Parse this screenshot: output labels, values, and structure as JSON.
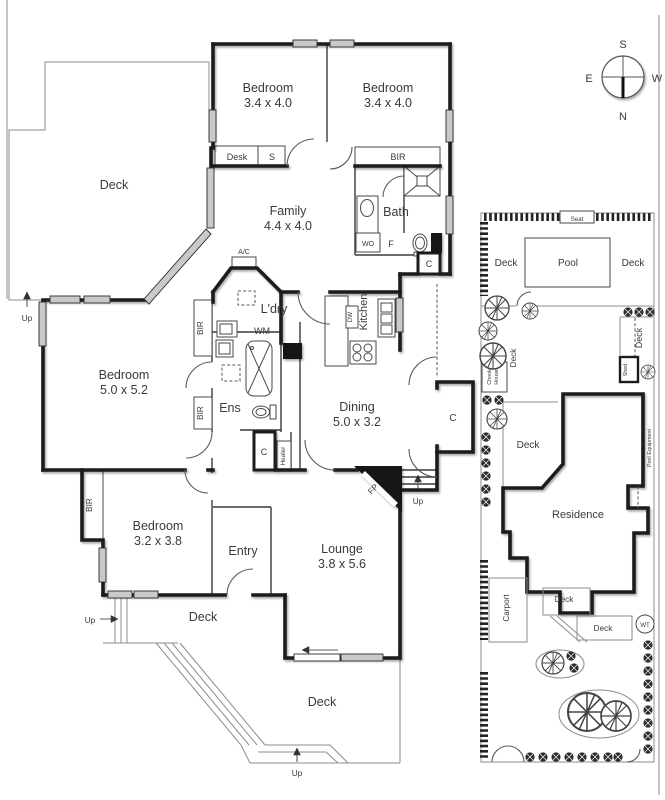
{
  "compass": {
    "north": "N",
    "south": "S",
    "east": "E",
    "west": "W"
  },
  "rooms": {
    "bedroom_top_left": {
      "name": "Bedroom",
      "dims": "3.4 x 4.0"
    },
    "bedroom_top_right": {
      "name": "Bedroom",
      "dims": "3.4 x 4.0"
    },
    "family": {
      "name": "Family",
      "dims": "4.4 x 4.0"
    },
    "bath": {
      "name": "Bath"
    },
    "laundry": {
      "name": "L'dry"
    },
    "kitchen": {
      "name": "Kitchen"
    },
    "dining": {
      "name": "Dining",
      "dims": "5.0 x 3.2"
    },
    "bedroom_mid_left": {
      "name": "Bedroom",
      "dims": "5.0 x 5.2"
    },
    "ensuite": {
      "name": "Ens"
    },
    "bedroom_bottom_left": {
      "name": "Bedroom",
      "dims": "3.2 x 3.8"
    },
    "entry": {
      "name": "Entry"
    },
    "lounge": {
      "name": "Lounge",
      "dims": "3.8 x 5.6"
    }
  },
  "decks": {
    "top_left": "Deck",
    "entry_side": "Deck",
    "bottom": "Deck"
  },
  "fixtures": {
    "desk": "Desk",
    "storage": "S",
    "bir_top": "BIR",
    "bir_hall_upper": "BIR",
    "bir_hall_lower": "BIR",
    "bir_bottom": "BIR",
    "ac_unit": "A/C",
    "washing_machine": "WM",
    "wall_oven": "WO",
    "fridge": "F",
    "cupboard_bath": "C",
    "cupboard_hall": "C",
    "cupboard_dining": "C",
    "heater": "Heater",
    "fireplace": "FP",
    "dishwasher": "DW"
  },
  "stairs": {
    "deck_top_left": "Up",
    "deck_entry": "Up",
    "dining": "Up",
    "deck_bottom": "Up"
  },
  "site_plan": {
    "seat": "Seat",
    "deck_pool_west": "Deck",
    "pool": "Pool",
    "deck_pool_east": "Deck",
    "deck_north": "Deck",
    "deck_east": "Deck",
    "shed": "Shed",
    "chook_house": {
      "line1": "Chook",
      "line2": "House"
    },
    "deck_mid": "Deck",
    "residence": "Residence",
    "pool_equipment": "Pool Equipment",
    "carport": "Carport",
    "deck_rear_upper": "Deck",
    "deck_rear_lower": "Deck",
    "water_tank": "WT"
  },
  "colors": {
    "wall": "#1c1c1c",
    "window_fill": "#c9c9c9",
    "hedge": "#242424",
    "paper": "#ffffff"
  }
}
